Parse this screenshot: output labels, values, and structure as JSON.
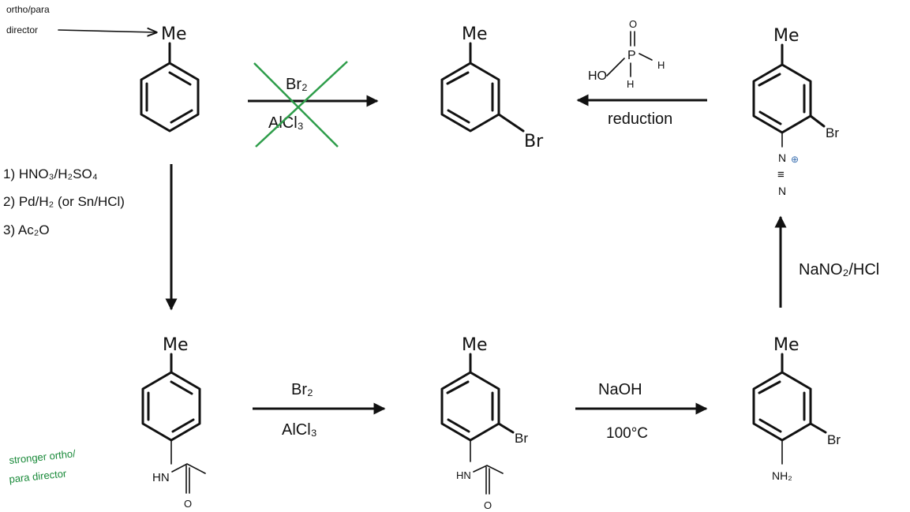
{
  "annotations": {
    "ortho_para_director": [
      "ortho/para",
      "director"
    ],
    "stronger_director": [
      "stronger ortho/",
      "para director"
    ]
  },
  "molecules": {
    "toluene": {
      "top": "Me"
    },
    "m_bromotoluene": {
      "top": "Me",
      "sub": "Br"
    },
    "acetanilide": {
      "top": "Me",
      "nitrogen": "HN",
      "oxygen": "O"
    },
    "bromo_acetanilide": {
      "top": "Me",
      "sub": "Br",
      "nitrogen": "HN",
      "oxygen": "O"
    },
    "bromo_aniline": {
      "top": "Me",
      "sub": "Br",
      "amine": "NH₂"
    },
    "diazonium": {
      "top": "Me",
      "sub": "Br",
      "n_top": "N",
      "charge": "⊕",
      "triple": "≡",
      "n_bottom": "N"
    },
    "hypophosphorous": {
      "O": "O",
      "P": "P",
      "HO": "HO",
      "H_right": "H",
      "H_bottom": "H"
    }
  },
  "reactions": {
    "crossed": {
      "top": "Br₂",
      "bottom": "AlCl₃"
    },
    "reduction": {
      "label": "reduction"
    },
    "nitration_steps": [
      "1) HNO₃/H₂SO₄",
      "2) Pd/H₂ (or Sn/HCl)",
      "3) Ac₂O"
    ],
    "bromination": {
      "top": "Br₂",
      "bottom": "AlCl₃"
    },
    "hydrolysis": {
      "top": "NaOH",
      "bottom": "100°C"
    },
    "diazotization": {
      "label": "NaNO₂/HCl"
    }
  },
  "colors": {
    "ink": "#111111",
    "cross": "#2e9d4a",
    "green_note": "#1a8a3a",
    "charge": "#3a6fb0"
  }
}
